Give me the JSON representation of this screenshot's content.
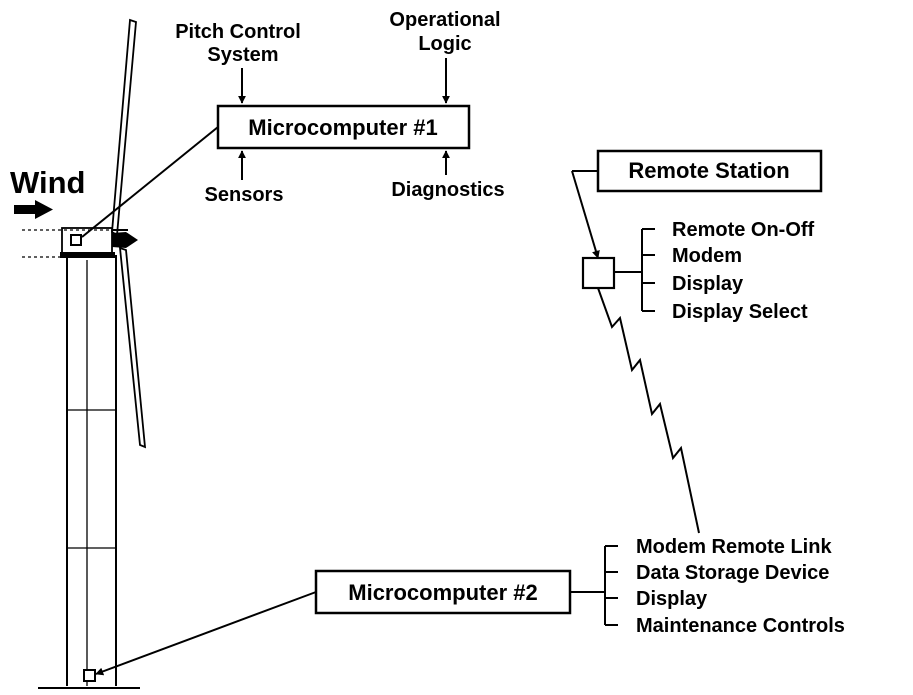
{
  "wind": {
    "label": "Wind"
  },
  "microcomputer1": {
    "label": "Microcomputer #1",
    "inputs": {
      "pitch_control_line1": "Pitch Control",
      "pitch_control_line2": "System",
      "operational_logic_line1": "Operational",
      "operational_logic_line2": "Logic",
      "sensors": "Sensors",
      "diagnostics": "Diagnostics"
    }
  },
  "remote_station": {
    "label": "Remote Station",
    "items": [
      "Remote On-Off",
      "Modem",
      "Display",
      "Display Select"
    ]
  },
  "microcomputer2": {
    "label": "Microcomputer #2",
    "items": [
      "Modem Remote Link",
      "Data Storage Device",
      "Display",
      "Maintenance Controls"
    ]
  }
}
